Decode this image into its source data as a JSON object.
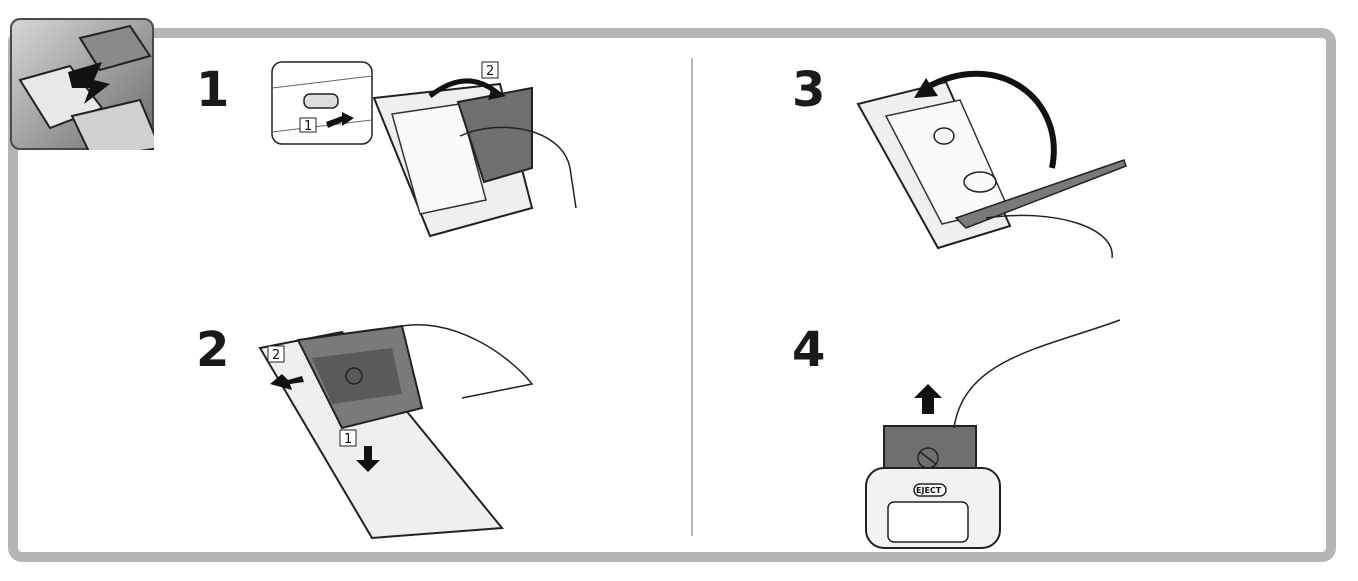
{
  "steps": [
    {
      "number": "1",
      "callouts": [
        "1",
        "2"
      ]
    },
    {
      "number": "2",
      "callouts": [
        "2",
        "1"
      ]
    },
    {
      "number": "3"
    },
    {
      "number": "4",
      "camera_label": "EJECT"
    }
  ]
}
